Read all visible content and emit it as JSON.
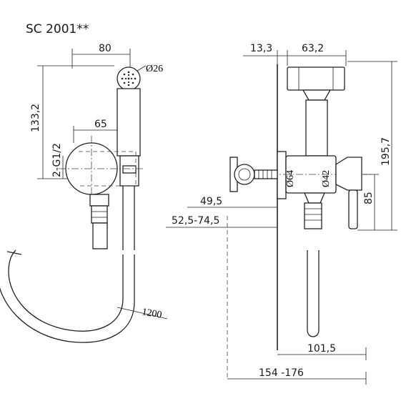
{
  "title": "SC 2001**",
  "dimensions": {
    "left_width": "80",
    "head_diameter": "Ø26",
    "height": "133,2",
    "thread": "2-G1/2",
    "plate_offset": "65",
    "hose_length": "1200",
    "wall_offset": "13,3",
    "top_width": "63,2",
    "total_height": "195,7",
    "plate_diameter": "Ø64",
    "body_diameter": "Ø42",
    "valve_height": "85",
    "inlet": "49,5",
    "wall_range": "52,5-74,5",
    "hose_depth": "101,5",
    "total_depth": "154 -176"
  }
}
